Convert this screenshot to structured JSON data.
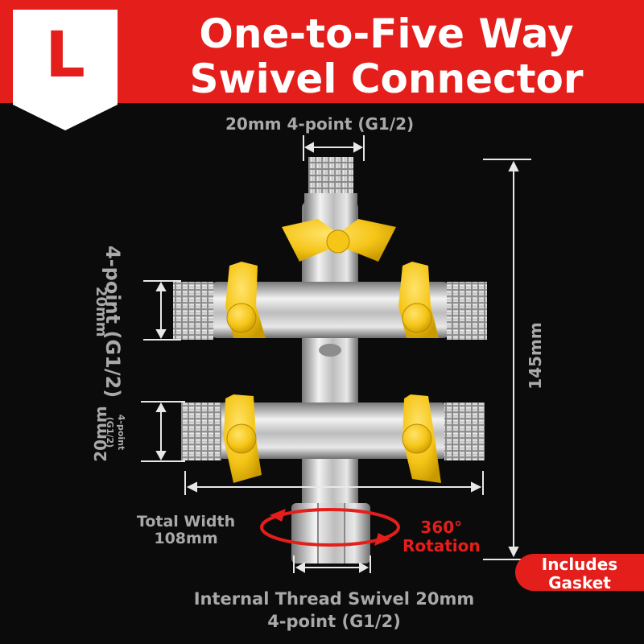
{
  "badge": {
    "letter": "L"
  },
  "title": {
    "line1": "One-to-Five Way",
    "line2": "Swivel Connector"
  },
  "labels": {
    "top_inlet": "20mm 4-point (G1/2)",
    "upper_size": "20mm",
    "upper_spec": "4-point (G1/2)",
    "lower_size": "20mm",
    "lower_spec_line1": "4-point",
    "lower_spec_line2": "(G1/2)",
    "height": "145mm",
    "total_width_line1": "Total Width",
    "total_width_line2": "108mm",
    "rotation_line1": "360°",
    "rotation_line2": "Rotation",
    "gasket_line1": "Includes",
    "gasket_line2": "Gasket",
    "bottom_line1": "Internal Thread Swivel 20mm",
    "bottom_line2": "4-point (G1/2)"
  },
  "colors": {
    "brand_red": "#e41e1a",
    "valve_yellow": "#f5c518",
    "chrome": "#c9c9c9",
    "label_gray": "#a9a9a9"
  }
}
